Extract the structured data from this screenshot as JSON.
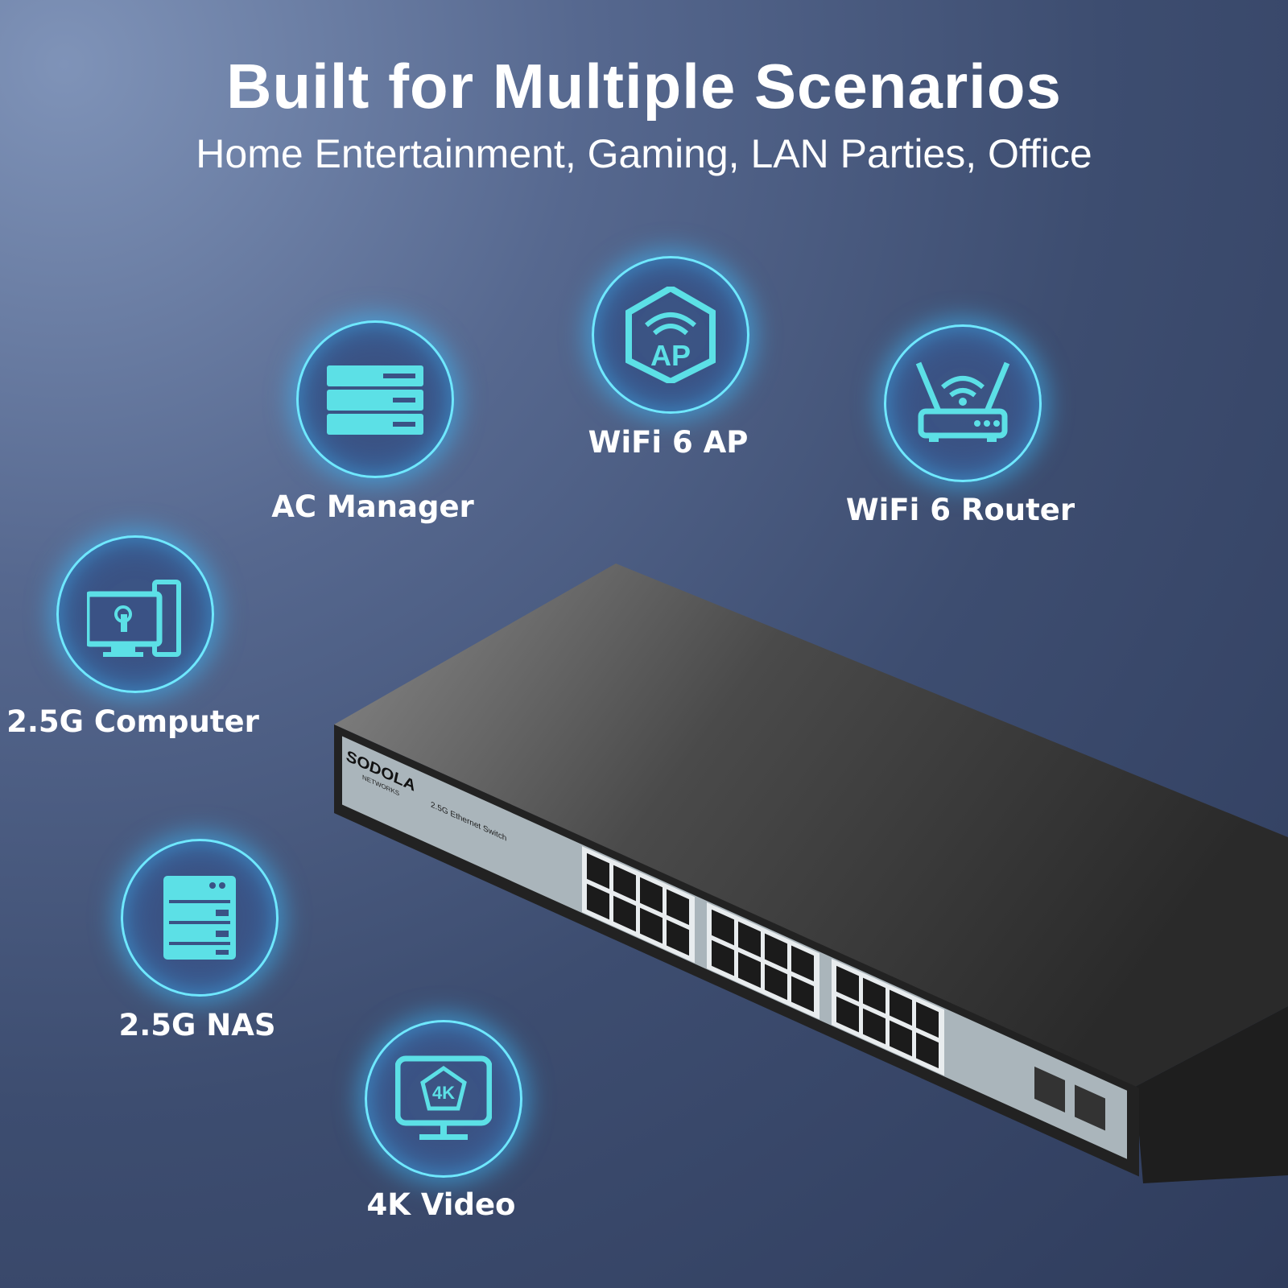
{
  "header": {
    "title": "Built for Multiple Scenarios",
    "subtitle": "Home Entertainment, Gaming, LAN Parties, Office"
  },
  "scenarios": [
    {
      "label": "AC Manager",
      "icon": "server-rack-icon"
    },
    {
      "label": "WiFi 6 AP",
      "icon": "access-point-icon",
      "icon_text": "AP"
    },
    {
      "label": "WiFi 6 Router",
      "icon": "router-icon"
    },
    {
      "label": "2.5G Computer",
      "icon": "desktop-computer-icon"
    },
    {
      "label": "2.5G NAS",
      "icon": "nas-storage-icon"
    },
    {
      "label": "4K Video",
      "icon": "monitor-4k-icon",
      "icon_text": "4K"
    }
  ],
  "product": {
    "brand": "SODOLA",
    "brand_sub": "NETWORKS",
    "model": "2.5G Ethernet Switch",
    "ports": 24,
    "sfp_ports": 2
  },
  "colors": {
    "accent": "#6fe8ff",
    "icon_fill": "#5ce0e6",
    "background": "#3d4d70"
  }
}
